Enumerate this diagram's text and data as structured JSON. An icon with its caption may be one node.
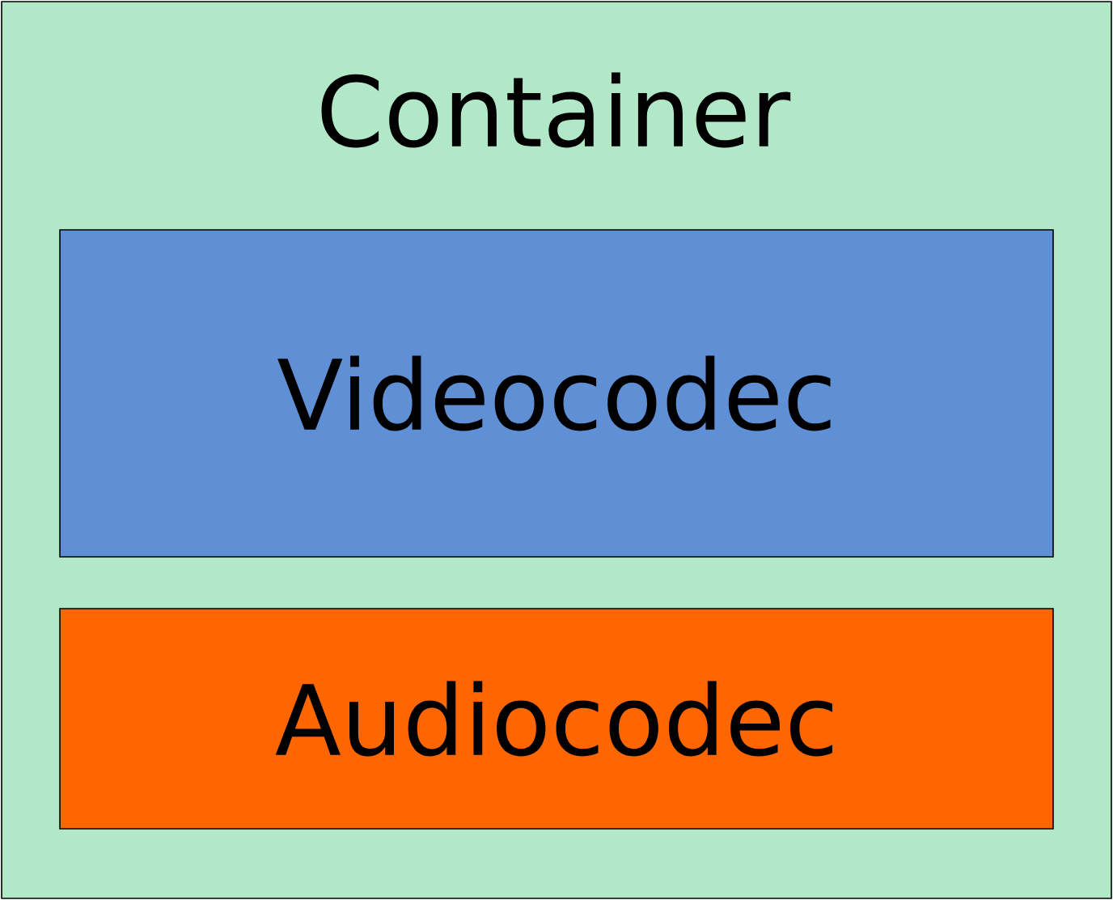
{
  "diagram": {
    "nodes": [
      {
        "text": [
          "Container"
        ]
      },
      {
        "text": [
          "Videocodec"
        ],
        "in": 0
      },
      {
        "text": [
          "Audiocodec"
        ],
        "in": 0
      }
    ]
  }
}
